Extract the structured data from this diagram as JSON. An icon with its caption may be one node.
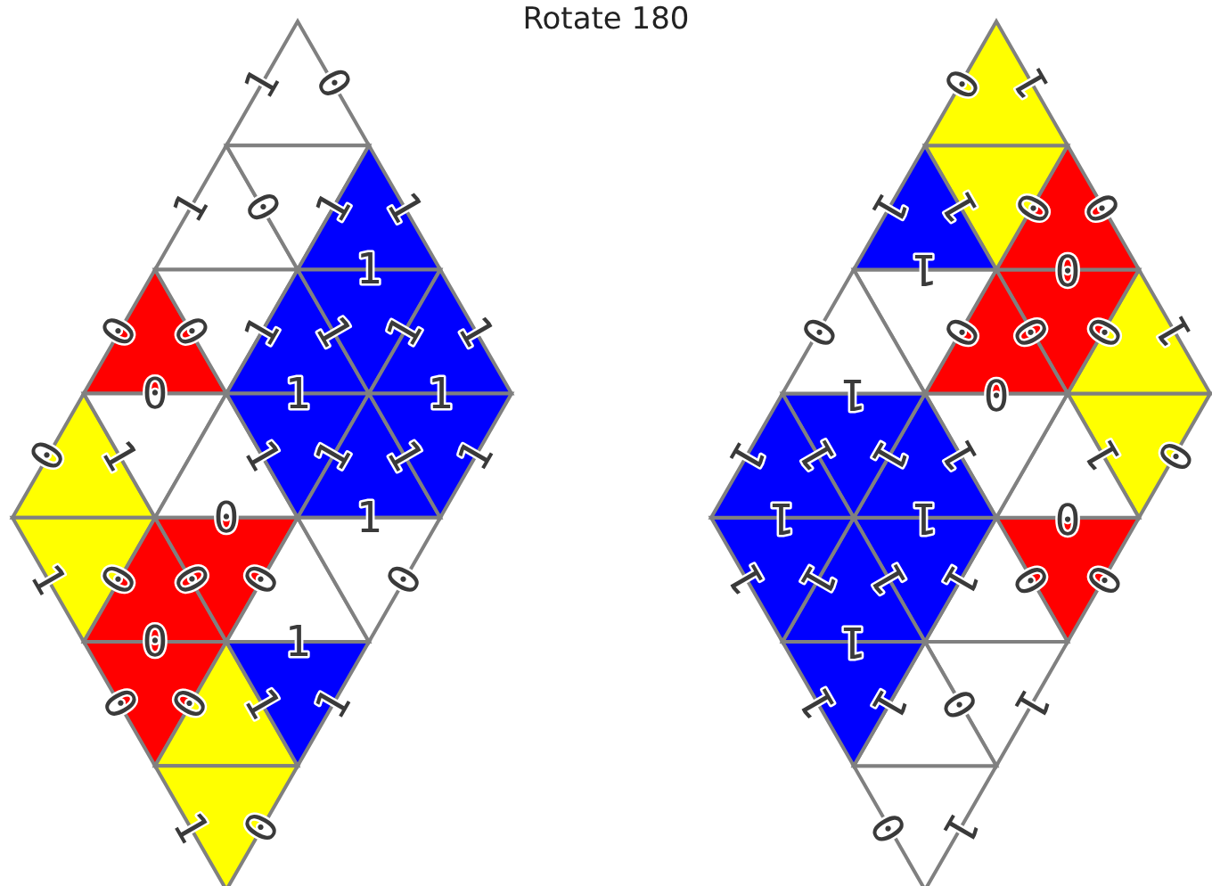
{
  "diagram": {
    "title": "Rotate 180",
    "labels": [
      "1",
      "0",
      "1",
      "0",
      "1",
      "1",
      "1",
      "0",
      "0",
      "1",
      "1",
      "1",
      "1",
      "0",
      "1",
      "1",
      "0",
      "1",
      "1",
      "1",
      "1",
      "1",
      "0",
      "1",
      "1",
      "0",
      "0",
      "0",
      "0",
      "0",
      "1",
      "0",
      "0",
      "1",
      "1",
      "1",
      "0",
      "0",
      "1",
      "1",
      "1",
      "0",
      "0",
      "1",
      "0",
      "0",
      "0",
      "0",
      "0",
      "1",
      "1",
      "0",
      "1",
      "1",
      "1",
      "1",
      "1",
      "0",
      "1",
      "1",
      "0",
      "1",
      "1",
      "1",
      "1",
      "0",
      "0",
      "1",
      "1",
      "1",
      "0",
      "1",
      "0",
      "1"
    ]
  }
}
